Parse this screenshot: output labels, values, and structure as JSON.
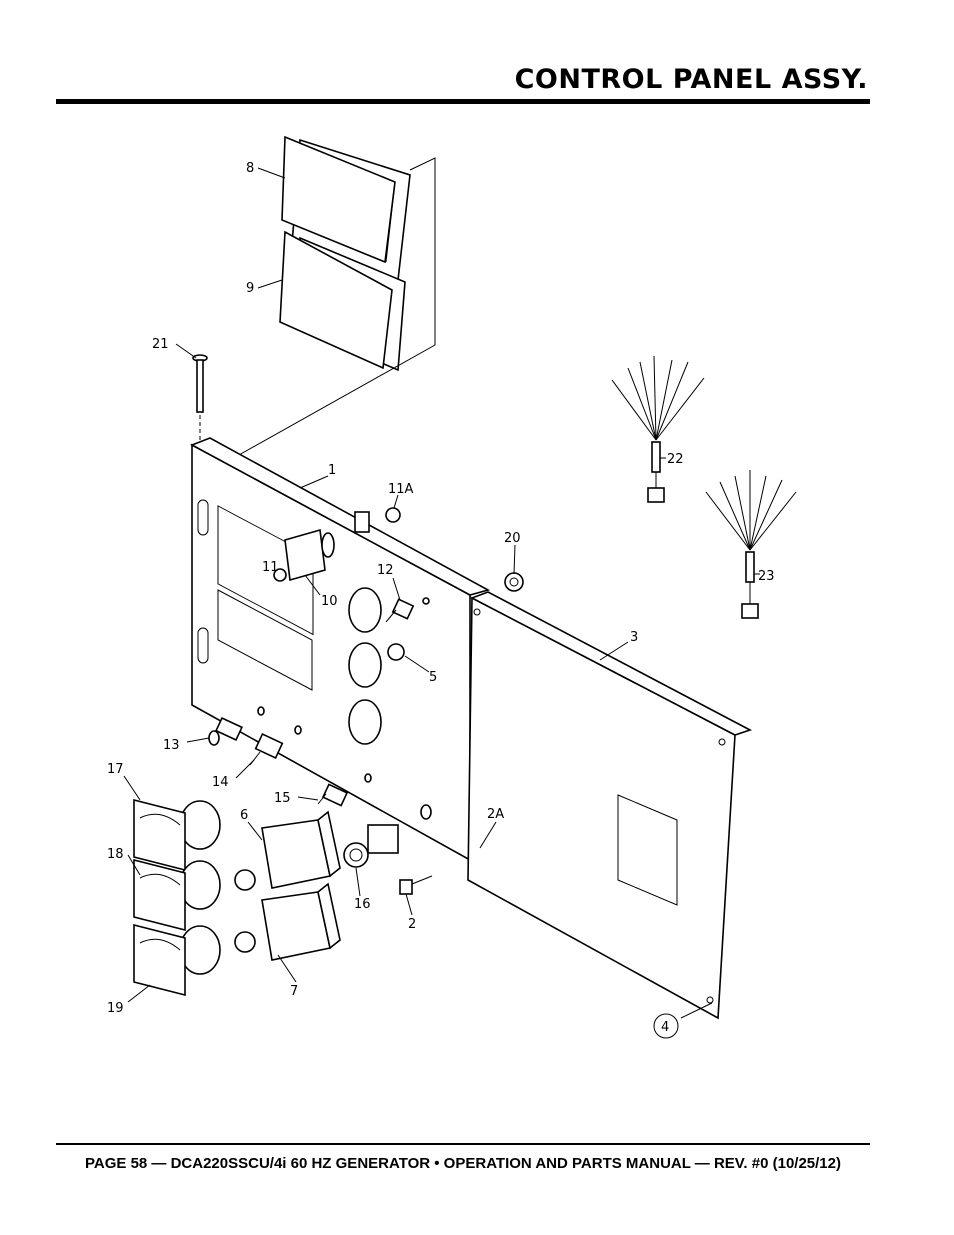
{
  "header": {
    "title": "CONTROL PANEL ASSY."
  },
  "footer": {
    "text": "PAGE 58 — DCA220SSCU/4i 60 HZ GENERATOR • OPERATION AND PARTS MANUAL — REV. #0 (10/25/12)"
  },
  "callouts": {
    "c1": "1",
    "c2": "2",
    "c2a": "2A",
    "c3": "3",
    "c4": "4",
    "c5": "5",
    "c6": "6",
    "c7": "7",
    "c8": "8",
    "c9": "9",
    "c10": "10",
    "c11": "11",
    "c11a": "11A",
    "c12": "12",
    "c13": "13",
    "c14": "14",
    "c15": "15",
    "c16": "16",
    "c17": "17",
    "c18": "18",
    "c19": "19",
    "c20": "20",
    "c21": "21",
    "c22": "22",
    "c23": "23"
  }
}
